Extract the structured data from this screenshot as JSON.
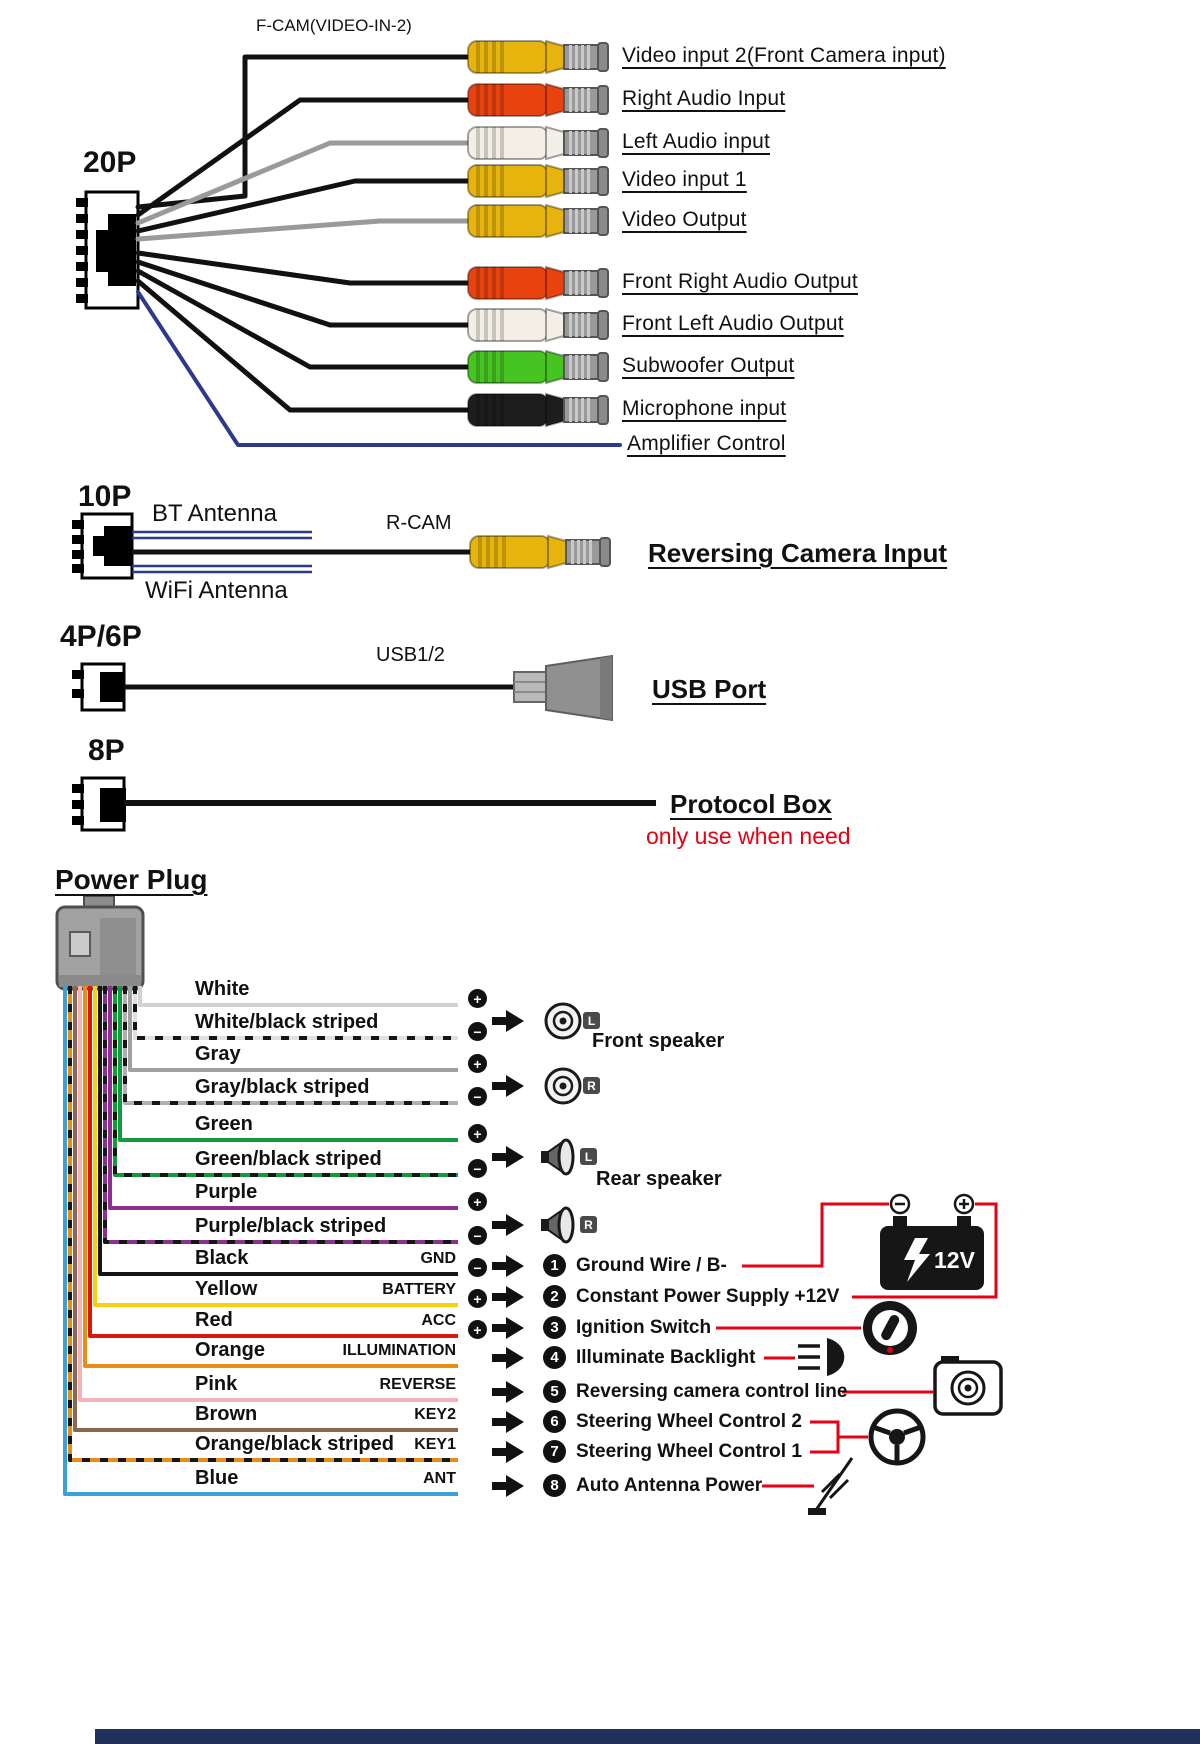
{
  "harness_20p": {
    "name": "20P",
    "top_wire_label": "F-CAM(VIDEO-IN-2)",
    "jacks": [
      {
        "label": "Video input 2(Front Camera input)",
        "color_hex": "#e6b40c"
      },
      {
        "label": "Right Audio Input",
        "color_hex": "#e8430e"
      },
      {
        "label": "Left Audio input",
        "color_hex": "#f3efe6"
      },
      {
        "label": "Video input 1",
        "color_hex": "#e6b40c"
      },
      {
        "label": "Video Output",
        "color_hex": "#e6b40c"
      },
      {
        "label": "Front Right Audio Output",
        "color_hex": "#e8430e"
      },
      {
        "label": "Front Left Audio Output",
        "color_hex": "#f3efe6"
      },
      {
        "label": "Subwoofer Output",
        "color_hex": "#46c522"
      },
      {
        "label": "Microphone input",
        "color_hex": "#1d1d1d"
      }
    ],
    "amplifier_label": "Amplifier Control"
  },
  "harness_10p": {
    "name": "10P",
    "bt_antenna_label": "BT Antenna",
    "wifi_antenna_label": "WiFi Antenna",
    "rcam_wire_label": "R-CAM",
    "jack_label": "Reversing Camera Input",
    "jack_color_hex": "#e6b40c"
  },
  "harness_4p6p": {
    "name": "4P/6P",
    "wire_label": "USB1/2",
    "port_label": "USB Port"
  },
  "harness_8p": {
    "name": "8P",
    "box_label": "Protocol Box",
    "note": "only use when need",
    "note_color_hex": "#e60012"
  },
  "power_plug": {
    "title": "Power Plug",
    "wires": [
      {
        "name": "White",
        "polarity": "+",
        "hex": "#d2d2d2"
      },
      {
        "name": "White/black striped",
        "polarity": "−",
        "hex": "#e0e0e0"
      },
      {
        "name": "Gray",
        "polarity": "+",
        "hex": "#a0a0a0"
      },
      {
        "name": "Gray/black striped",
        "polarity": "−",
        "hex": "#b0b0b0"
      },
      {
        "name": "Green",
        "polarity": "+",
        "hex": "#149a3d"
      },
      {
        "name": "Green/black striped",
        "polarity": "−",
        "hex": "#149a3d"
      },
      {
        "name": "Purple",
        "polarity": "+",
        "hex": "#8d2f8f"
      },
      {
        "name": "Purple/black striped",
        "polarity": "−",
        "hex": "#8d2f8f"
      },
      {
        "name": "Black",
        "pin": "GND",
        "polarity": "−",
        "hex": "#161616"
      },
      {
        "name": "Yellow",
        "pin": "BATTERY",
        "polarity": "+",
        "hex": "#f5d011"
      },
      {
        "name": "Red",
        "pin": "ACC",
        "polarity": "+",
        "hex": "#d8180d"
      },
      {
        "name": "Orange",
        "pin": "ILLUMINATION",
        "hex": "#e88e16"
      },
      {
        "name": "Pink",
        "pin": "REVERSE",
        "hex": "#f2b3bd"
      },
      {
        "name": "Brown",
        "pin": "KEY2",
        "hex": "#8a6850"
      },
      {
        "name": "Orange/black striped",
        "pin": "KEY1",
        "hex": "#e88e16"
      },
      {
        "name": "Blue",
        "pin": "ANT",
        "hex": "#3aa0d8"
      }
    ],
    "speaker_groups": [
      {
        "label": "Front speaker",
        "channels": [
          "L",
          "R"
        ]
      },
      {
        "label": "Rear speaker",
        "channels": [
          "L",
          "R"
        ]
      }
    ],
    "functions": [
      {
        "num": "1",
        "label": "Ground Wire / B-"
      },
      {
        "num": "2",
        "label": "Constant Power Supply +12V"
      },
      {
        "num": "3",
        "label": "Ignition Switch"
      },
      {
        "num": "4",
        "label": "Illuminate Backlight"
      },
      {
        "num": "5",
        "label": "Reversing camera control line"
      },
      {
        "num": "6",
        "label": "Steering Wheel Control 2"
      },
      {
        "num": "7",
        "label": "Steering Wheel Control 1"
      },
      {
        "num": "8",
        "label": "Auto Antenna Power"
      }
    ],
    "battery_label": "12V"
  }
}
